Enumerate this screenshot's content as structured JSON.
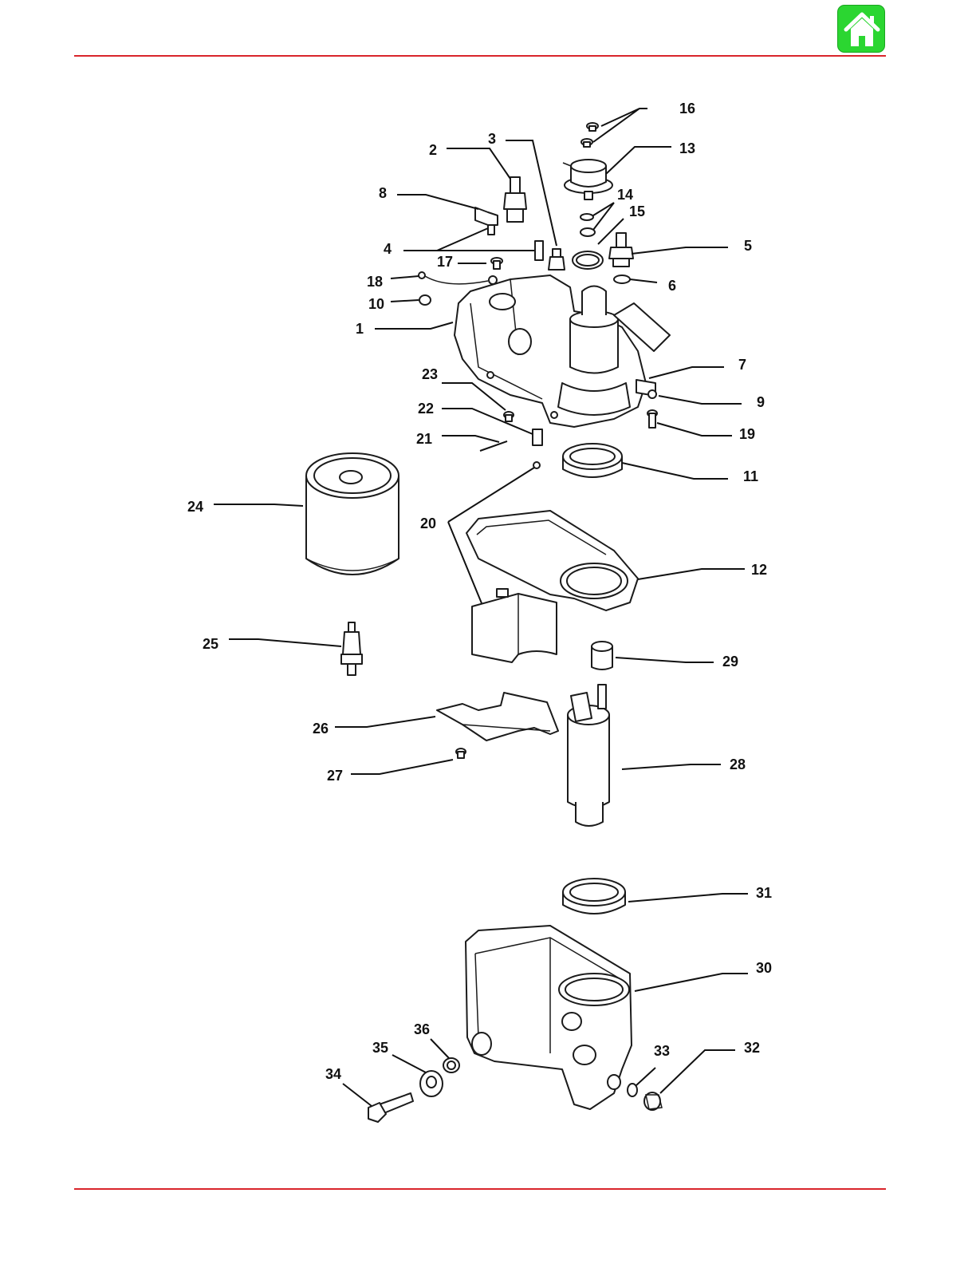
{
  "header": {
    "home_icon": "home-icon",
    "accent_color": "#d9252b",
    "home_button_color": "#2bd631"
  },
  "diagram": {
    "callouts": [
      "1",
      "2",
      "3",
      "4",
      "5",
      "6",
      "7",
      "8",
      "9",
      "10",
      "11",
      "12",
      "13",
      "14",
      "15",
      "16",
      "17",
      "18",
      "19",
      "20",
      "21",
      "22",
      "23",
      "24",
      "25",
      "26",
      "27",
      "28",
      "29",
      "30",
      "31",
      "32",
      "33",
      "34",
      "35",
      "36"
    ]
  }
}
